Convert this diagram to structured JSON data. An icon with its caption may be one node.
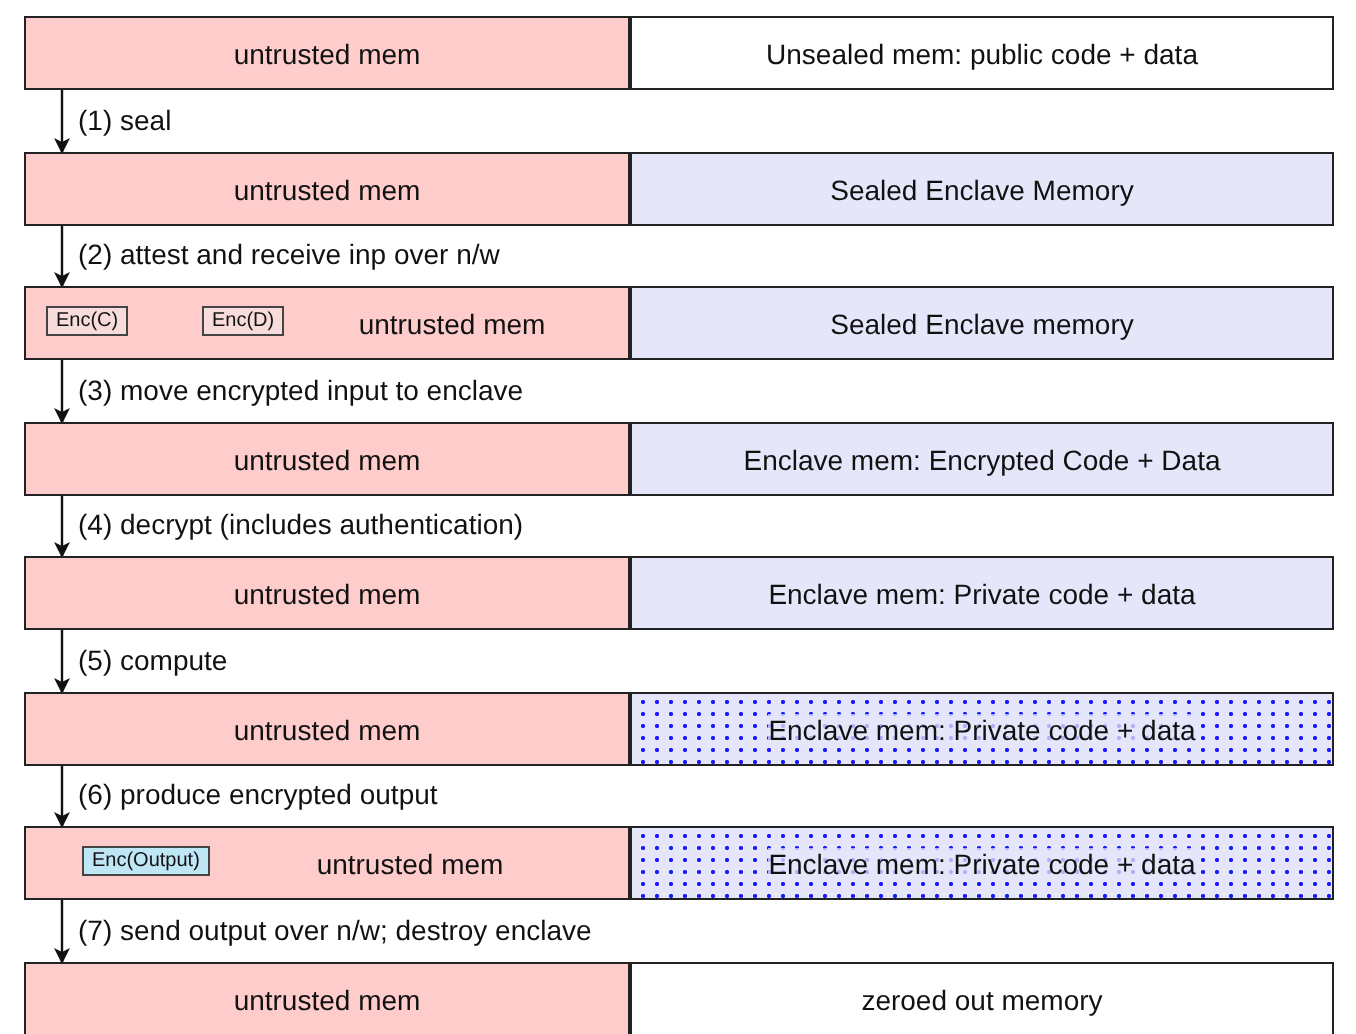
{
  "diagram": {
    "nodes": [
      {
        "text": [
          "untrusted mem"
        ]
      },
      {
        "text": [
          "Unsealed mem: public code + data"
        ]
      },
      {
        "text": [
          "untrusted mem"
        ]
      },
      {
        "text": [
          "Sealed Enclave Memory"
        ]
      },
      {
        "text": [
          "untrusted mem"
        ]
      },
      {
        "text": [
          "Enc(C)"
        ],
        "in": 4
      },
      {
        "text": [
          "Enc(D)"
        ],
        "in": 4
      },
      {
        "text": [
          "Sealed Enclave memory"
        ]
      },
      {
        "text": [
          "untrusted mem"
        ]
      },
      {
        "text": [
          "Enclave mem: Encrypted Code + Data"
        ]
      },
      {
        "text": [
          "untrusted mem"
        ]
      },
      {
        "text": [
          "Enclave mem: Private code + data"
        ]
      },
      {
        "text": [
          "untrusted mem"
        ]
      },
      {
        "text": [
          "Enclave mem: Private code + data"
        ]
      },
      {
        "text": [
          "untrusted mem"
        ]
      },
      {
        "text": [
          "Enc(Output)"
        ],
        "in": 14
      },
      {
        "text": [
          "Enclave mem: Private code + data"
        ]
      },
      {
        "text": [
          "untrusted mem"
        ]
      },
      {
        "text": [
          "zeroed out memory"
        ]
      }
    ],
    "edges": [
      {
        "from": 0,
        "to": 2,
        "arrow": "to",
        "label": "(1) seal"
      },
      {
        "from": 2,
        "to": 4,
        "arrow": "to",
        "label": "(2) attest and receive inp over n/w"
      },
      {
        "from": 4,
        "to": 8,
        "arrow": "to",
        "label": "(3) move encrypted input to enclave"
      },
      {
        "from": 8,
        "to": 10,
        "arrow": "to",
        "label": "(4) decrypt (includes authentication)"
      },
      {
        "from": 10,
        "to": 12,
        "arrow": "to",
        "label": "(5) compute"
      },
      {
        "from": 12,
        "to": 14,
        "arrow": "to",
        "label": "(6) produce encrypted output"
      },
      {
        "from": 14,
        "to": 17,
        "arrow": "to",
        "label": "(7) send output over n/w; destroy enclave"
      }
    ]
  }
}
